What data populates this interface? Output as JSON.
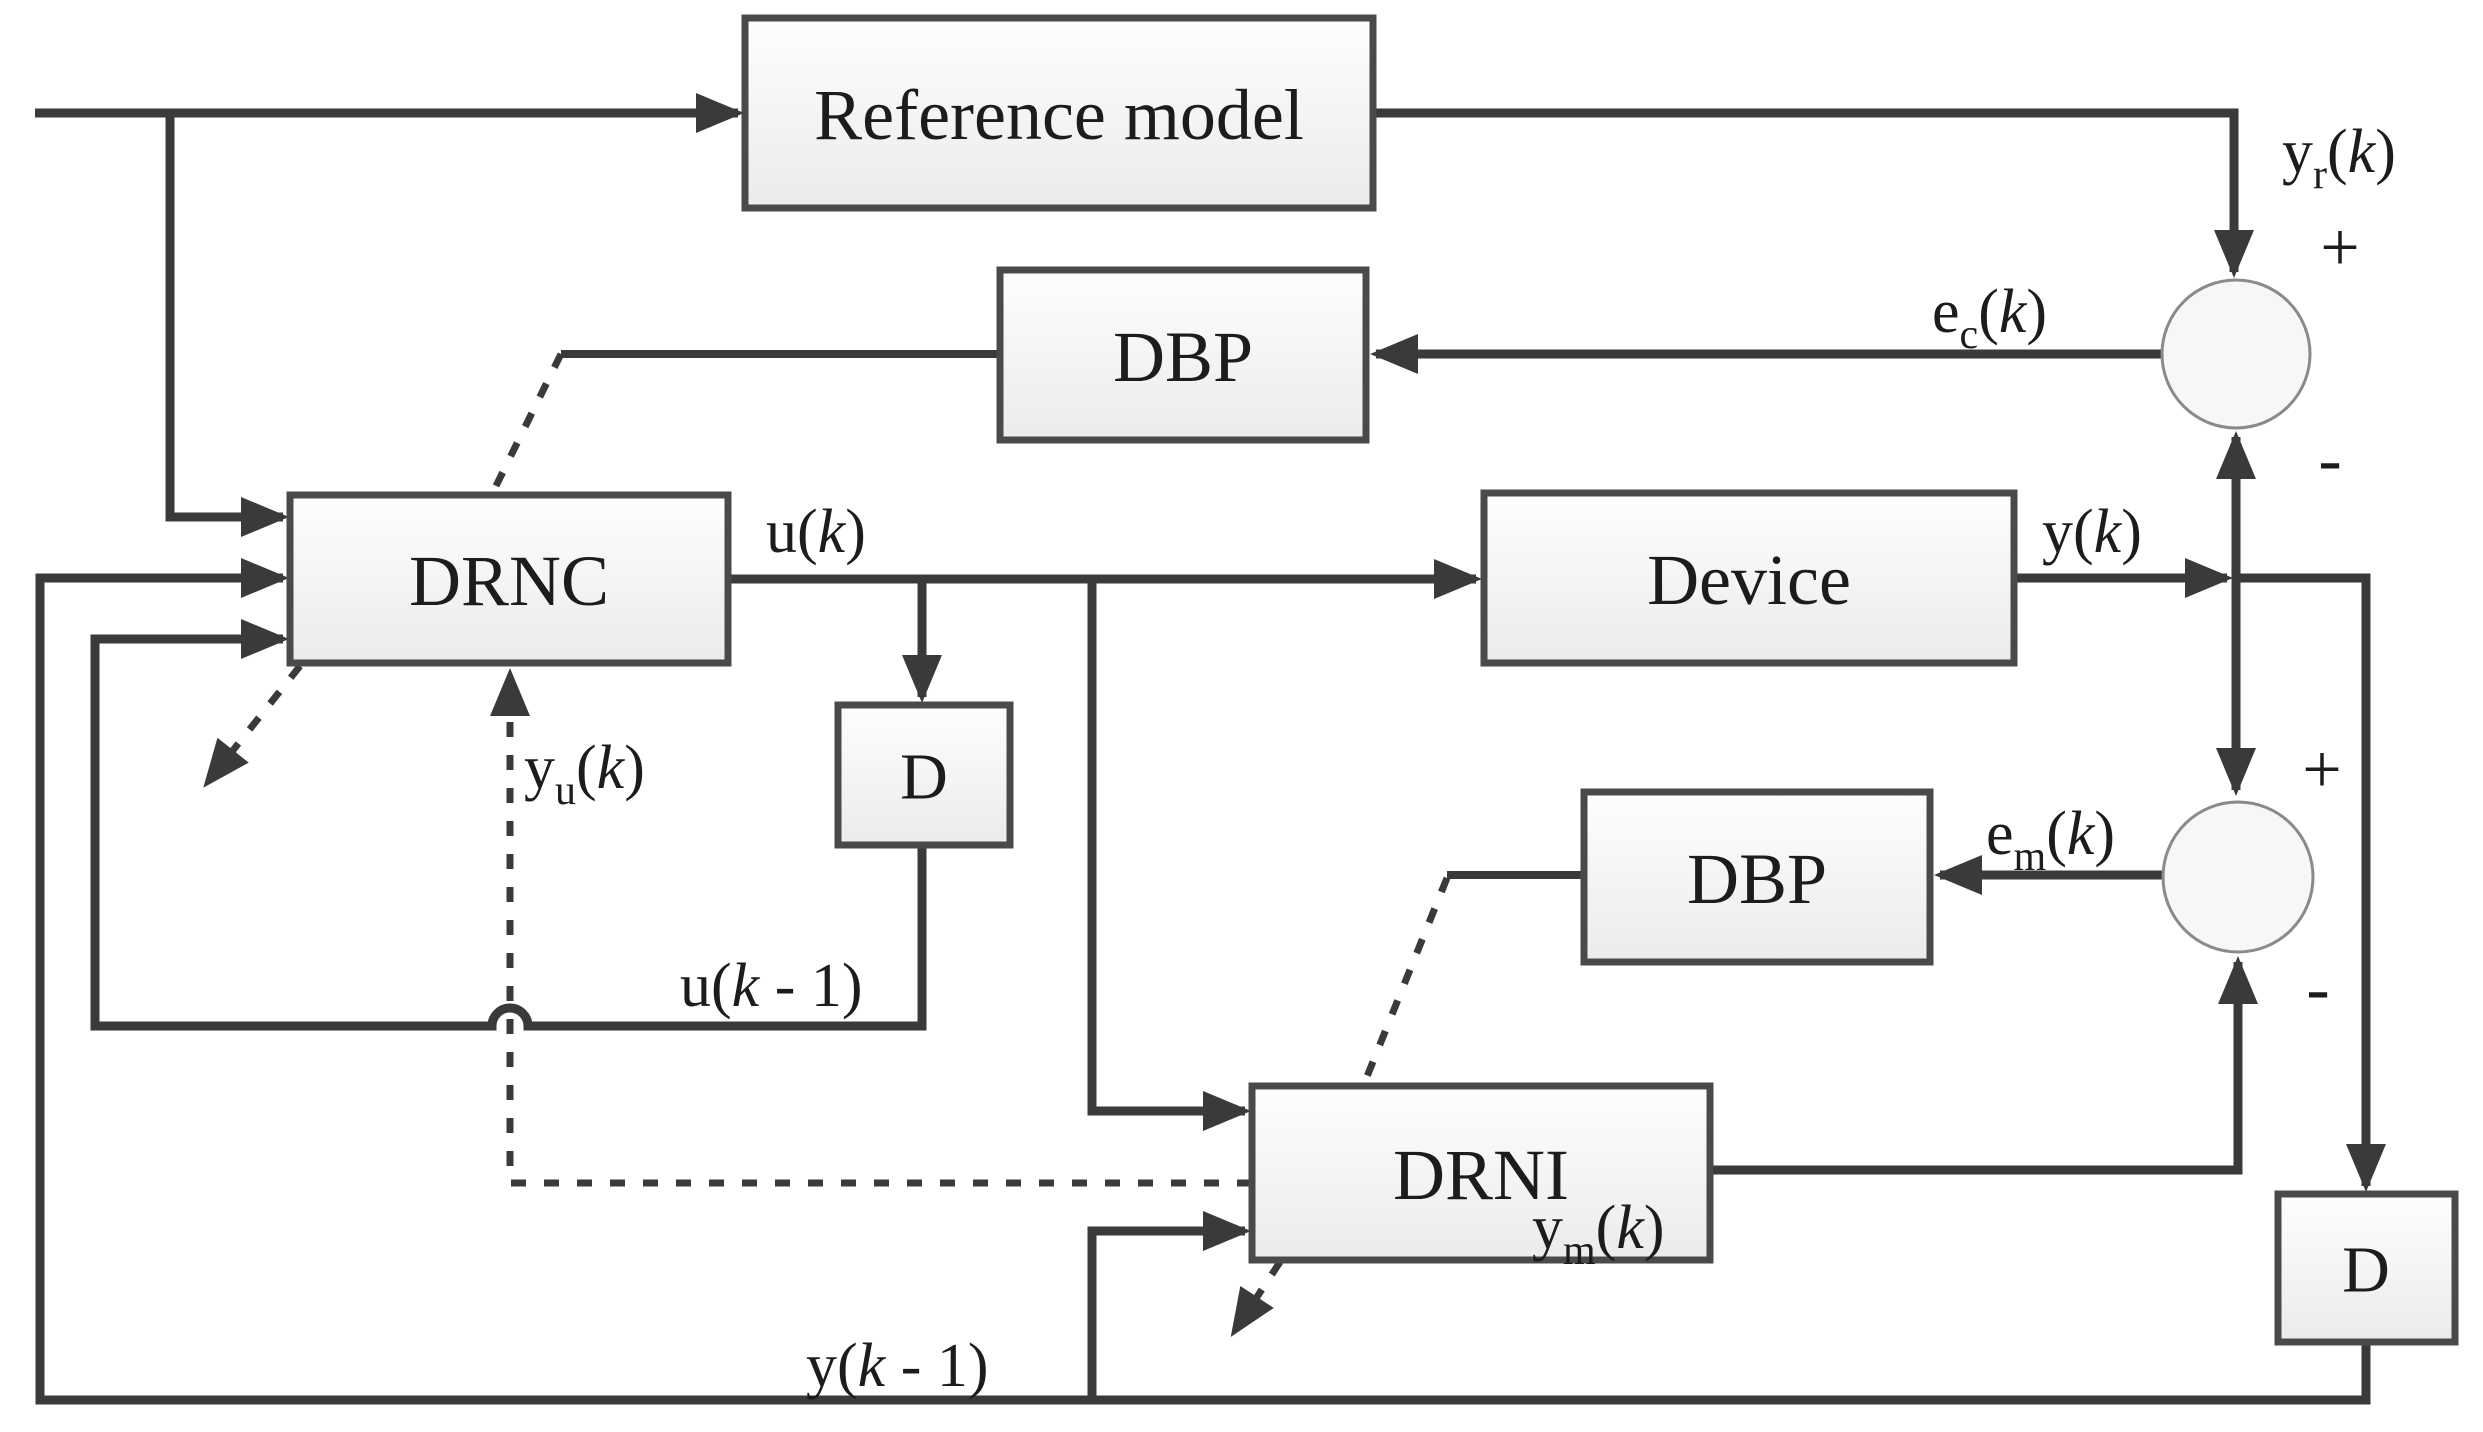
{
  "colors": {
    "background": "#ffffff",
    "line": "#3a3a3a",
    "block_border": "#4a4a4a",
    "block_fill_top": "#fefefe",
    "block_fill_bottom": "#ebebeb",
    "summing_circle_fill": "#f7f7f7",
    "text": "#1c1c1c"
  },
  "blocks": {
    "reference_model": "Reference model",
    "dbp_top": "DBP",
    "drnc": "DRNC",
    "device": "Device",
    "dbp_bottom": "DBP",
    "drni": "DRNI",
    "delay_mid": "D",
    "delay_right": "D"
  },
  "labels": {
    "yr": {
      "base": "y",
      "sub": "r",
      "open": "(",
      "var": "k",
      "close": ")"
    },
    "ec": {
      "base": "e",
      "sub": "c",
      "open": "(",
      "var": "k",
      "close": ")"
    },
    "uk": {
      "base": "u",
      "open": "(",
      "var": "k",
      "close": ")"
    },
    "yk": {
      "base": "y",
      "open": "(",
      "var": "k",
      "close": ")"
    },
    "em": {
      "base": "e",
      "sub": "m",
      "open": "(",
      "var": "k",
      "close": ")"
    },
    "yu": {
      "base": "y",
      "sub": "u",
      "open": "(",
      "var": "k",
      "close": ")"
    },
    "uk1": {
      "base": "u",
      "open": "(",
      "var": "k",
      "tail": " - 1",
      "close": ")"
    },
    "ym": {
      "base": "y",
      "sub": "m",
      "open": "(",
      "var": "k",
      "close": ")"
    },
    "yk1": {
      "base": "y",
      "open": "(",
      "var": "k",
      "tail": " - 1",
      "close": ")"
    }
  },
  "signs": {
    "sum_top_plus": "+",
    "sum_top_minus": "-",
    "sum_bottom_plus": "+",
    "sum_bottom_minus": "-"
  }
}
